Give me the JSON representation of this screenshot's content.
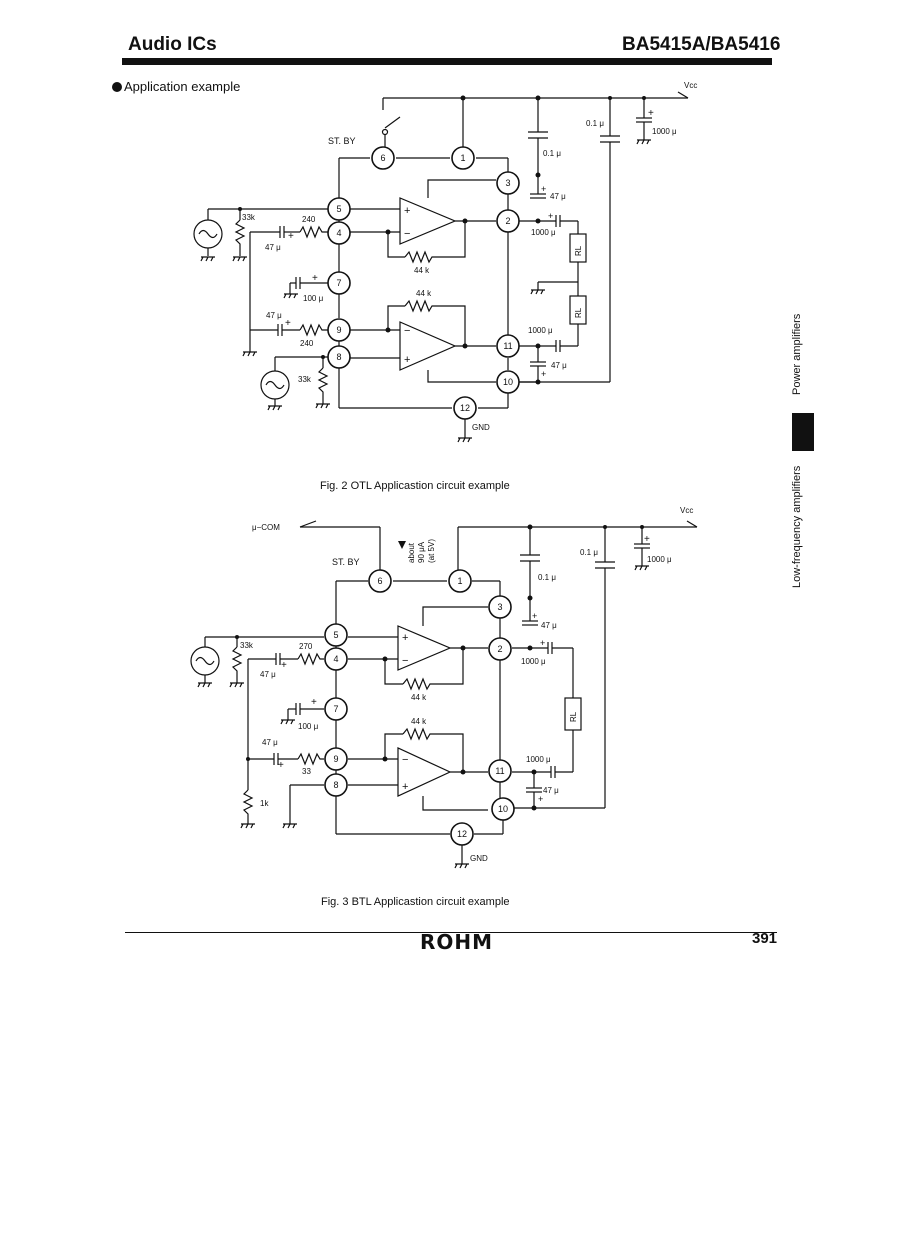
{
  "header": {
    "category": "Audio ICs",
    "part_number": "BA5415A/BA5416"
  },
  "section_title": "Application example",
  "fig2": {
    "caption": "Fig. 2 OTL Applicastion circuit example",
    "labels": {
      "vcc": "Vcc",
      "stby": "ST. BY",
      "gnd": "GND",
      "r33k_top": "33k",
      "r240_top": "240",
      "c47_in_top": "47 μ",
      "c100": "100 μ",
      "c47_in_bot": "47 μ",
      "r240_bot": "240",
      "r33k_bot": "33k",
      "r44k_top": "44 k",
      "r44k_bot": "44 k",
      "c01_a": "0.1 μ",
      "c1000_vcc": "1000 μ",
      "c01_b": "0.1 μ",
      "c47_p3": "47 μ",
      "c1000_out1": "1000 μ",
      "c1000_out2": "1000 μ",
      "c47_p10": "47 μ",
      "rl1": "RL",
      "rl2": "RL"
    },
    "pins": [
      "6",
      "1",
      "3",
      "5",
      "4",
      "2",
      "7",
      "9",
      "8",
      "11",
      "10",
      "12"
    ]
  },
  "fig3": {
    "caption": "Fig. 3 BTL Applicastion circuit example",
    "labels": {
      "ucom": "μ−COM",
      "about": "about",
      "current": "90 μA",
      "at5v": "(at 5V)",
      "vcc": "Vcc",
      "stby": "ST. BY",
      "gnd": "GND",
      "r33k": "33k",
      "r270": "270",
      "c47_in_top": "47 μ",
      "c100": "100 μ",
      "c47_in_bot": "47 μ",
      "r33": "33",
      "r1k": "1k",
      "r44k_top": "44 k",
      "r44k_bot": "44 k",
      "c01_a": "0.1 μ",
      "c1000_vcc": "1000 μ",
      "c01_b": "0.1 μ",
      "c47_p3": "47 μ",
      "c1000_out1": "1000 μ",
      "c1000_out2": "1000 μ",
      "c47_p10": "47 μ",
      "rl": "RL"
    },
    "pins": [
      "6",
      "1",
      "3",
      "5",
      "4",
      "2",
      "7",
      "9",
      "8",
      "11",
      "10",
      "12"
    ]
  },
  "sidebar": {
    "label_top": "Power amplifiers",
    "label_bottom": "Low-frequency amplifiers"
  },
  "footer": {
    "brand": "ROHM",
    "page_number": "391"
  }
}
